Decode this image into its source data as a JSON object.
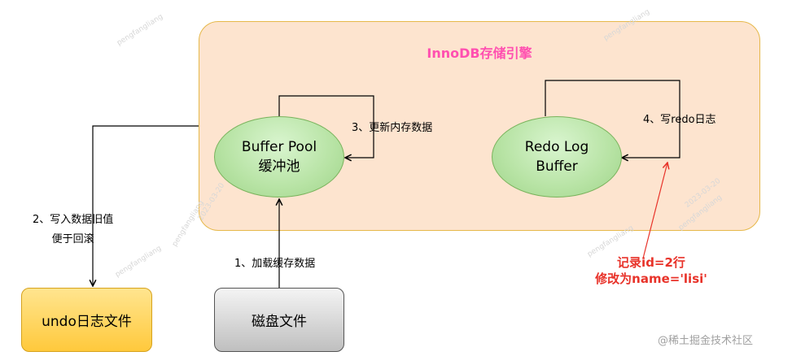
{
  "engine": {
    "title": "InnoDB存储引擎"
  },
  "buffer_pool": {
    "line1": "Buffer Pool",
    "line2": "缓冲池"
  },
  "redo_buffer": {
    "line1": "Redo Log",
    "line2": "Buffer"
  },
  "undo_box": {
    "label": "undo日志文件"
  },
  "disk_box": {
    "label": "磁盘文件"
  },
  "steps": {
    "load": "1、加载缓存数据",
    "undo_line1": "2、写入数据旧值",
    "undo_line2": "便于回滚",
    "update": "3、更新内存数据",
    "redo": "4、写redo日志"
  },
  "note": {
    "line1": "记录id=2行",
    "line2": "修改为name='lisi'"
  },
  "watermarks": {
    "author": "pengfangliang",
    "date": "2023-03-20",
    "footer": "@稀土掘金技术社区"
  },
  "colors": {
    "engine_fill": "#fde4cf",
    "engine_border": "#e6b84a",
    "title": "#ff4fb0",
    "ellipse_fill": "#b7e3a4",
    "undo_fill": "#ffc93c",
    "disk_fill": "#d0d0d0",
    "note": "#e8332a"
  }
}
